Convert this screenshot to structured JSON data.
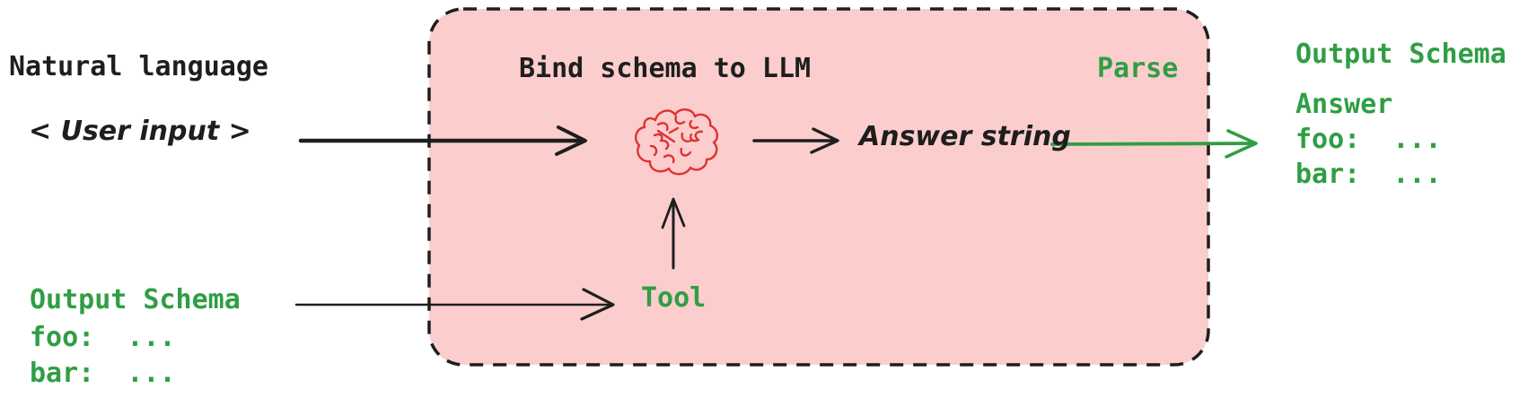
{
  "colors": {
    "text": "#1e1e1e",
    "green": "#2f9e44",
    "pink": "#fccdcd",
    "red": "#e03131",
    "bg": "#ffffff"
  },
  "left": {
    "natural_language_label": "Natural language",
    "user_input_label": "< User input >",
    "output_schema": {
      "title": "Output Schema",
      "foo_line": "foo:  ...",
      "bar_line": "bar:  ..."
    }
  },
  "box": {
    "bind_schema_label": "Bind schema to LLM",
    "parse_label": "Parse",
    "answer_string_label": "Answer string",
    "tool_label": "Tool",
    "llm_icon": "brain-icon"
  },
  "right": {
    "output_schema_title": "Output Schema",
    "answer_label": "Answer",
    "foo_line": "foo:  ...",
    "bar_line": "bar:  ..."
  }
}
